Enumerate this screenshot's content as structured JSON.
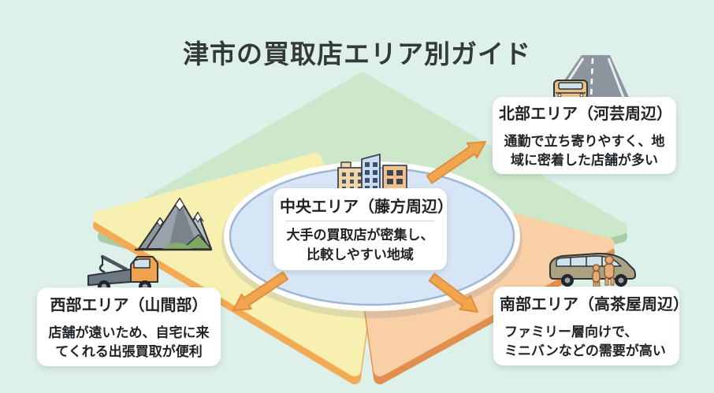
{
  "title": "津市の買取店エリア別ガイド",
  "areas": {
    "center": {
      "name": "中央エリア（藤方周辺）",
      "description": "大手の買取店が密集し、\n比較しやすい地域",
      "icon": "city-buildings-icon"
    },
    "north": {
      "name": "北部エリア（河芸周辺）",
      "description": "通勤で立ち寄りやすく、地\n域に密着した店舗が多い",
      "icon": "highway-car-icon"
    },
    "west": {
      "name": "西部エリア（山間部）",
      "description": "店舗が遠いため、自宅に来\nてくれる出張買取が便利",
      "icon": "tow-truck-icon",
      "terrain_icon": "mountains-icon"
    },
    "south": {
      "name": "南部エリア（高茶屋周辺）",
      "description": "ファミリー層向けで、\nミニバンなどの需要が高い",
      "icon": "minivan-family-icon"
    }
  },
  "colors": {
    "background": "#ddf0e9",
    "north_panel": "#cde7cb",
    "north_panel_edge": "#a6cda8",
    "west_panel": "#f7f0b0",
    "west_panel_edge": "#f2aa54",
    "south_panel": "#f9cfa6",
    "south_panel_edge": "#e28f4e",
    "center_ellipse": "#d7e6f6",
    "center_ellipse_border": "#9fb6d4",
    "arrow": "#f2a54f",
    "card_background": "#ffffff",
    "title_text": "#33383a"
  }
}
